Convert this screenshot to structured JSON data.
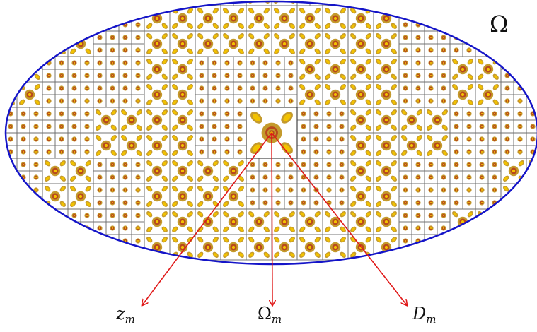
{
  "labels": {
    "domain": "Ω",
    "center_point": {
      "main": "z",
      "sub": "m"
    },
    "subdomain": {
      "main": "Ω",
      "sub": "m"
    },
    "cell": {
      "main": "D",
      "sub": "m"
    }
  },
  "colors": {
    "boundary": "#1414c8",
    "arrows": "#e01818",
    "grid": "#6f6f6f",
    "particle_outer": "#c49a2c",
    "particle_middle": "#b8481c",
    "particle_inner": "#f2c200",
    "background": "#ffffff"
  }
}
